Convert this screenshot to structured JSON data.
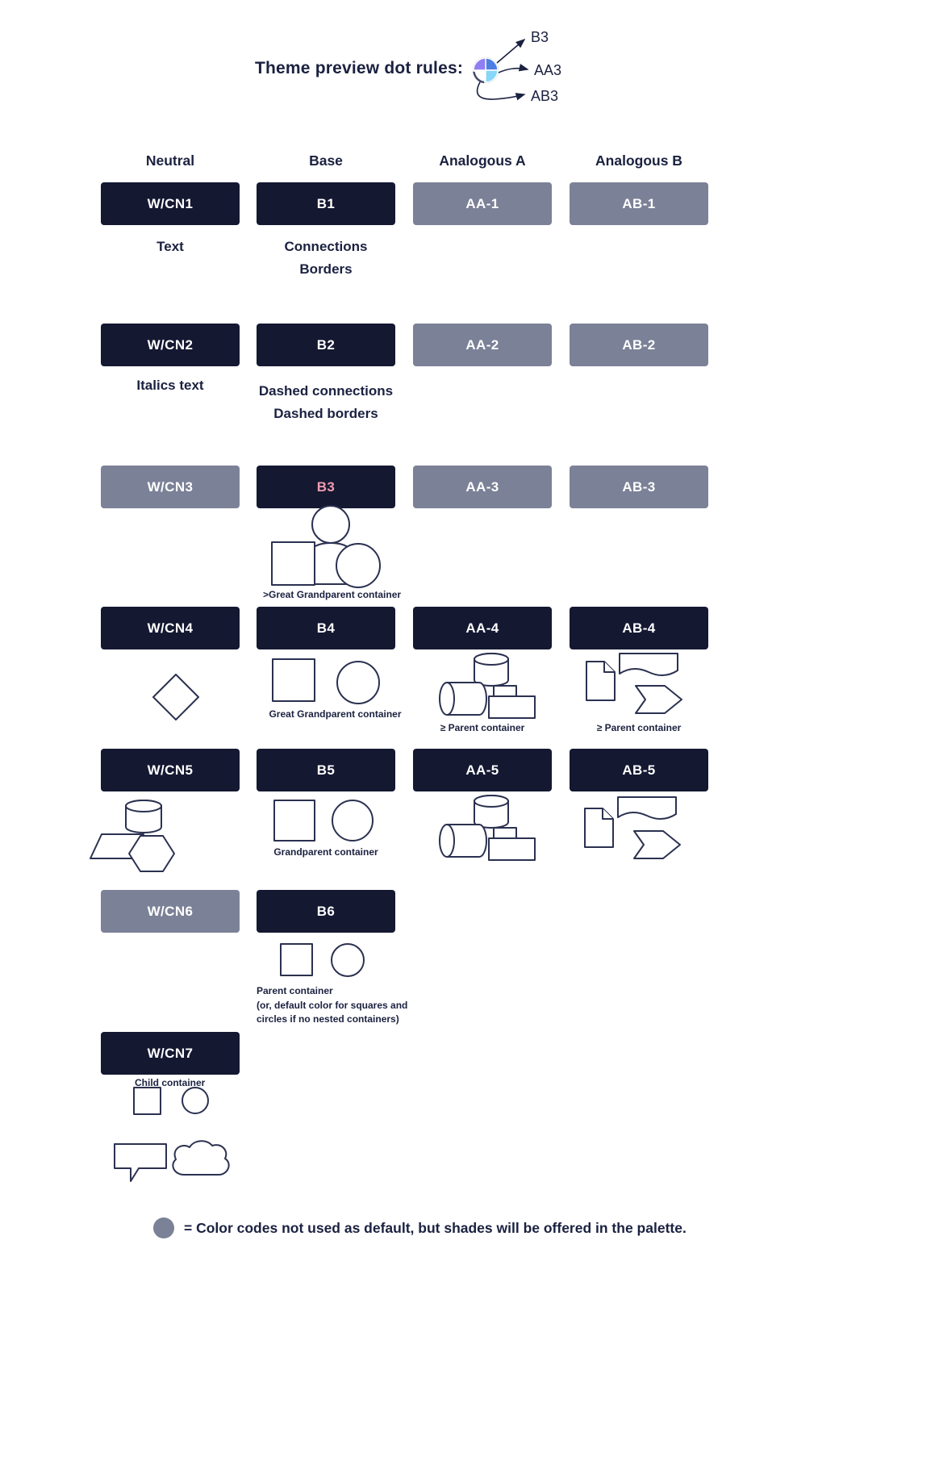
{
  "header": {
    "title": "Theme preview dot rules:",
    "dot_labels": {
      "b3": "B3",
      "aa3": "AA3",
      "ab3": "AB3"
    }
  },
  "columns": {
    "neutral": "Neutral",
    "base": "Base",
    "analogous_a": "Analogous A",
    "analogous_b": "Analogous B"
  },
  "pills": {
    "wcn1": "W/CN1",
    "wcn2": "W/CN2",
    "wcn3": "W/CN3",
    "wcn4": "W/CN4",
    "wcn5": "W/CN5",
    "wcn6": "W/CN6",
    "wcn7": "W/CN7",
    "b1": "B1",
    "b2": "B2",
    "b3": "B3",
    "b4": "B4",
    "b5": "B5",
    "b6": "B6",
    "aa1": "AA-1",
    "aa2": "AA-2",
    "aa3": "AA-3",
    "aa4": "AA-4",
    "aa5": "AA-5",
    "ab1": "AB-1",
    "ab2": "AB-2",
    "ab3": "AB-3",
    "ab4": "AB-4",
    "ab5": "AB-5"
  },
  "captions": {
    "neutral_r1": "Text",
    "base_r1_l1": "Connections",
    "base_r1_l2": "Borders",
    "neutral_r2": "Italics text",
    "base_r2_l1": "Dashed connections",
    "base_r2_l2": "Dashed borders",
    "b3_shapes": ">Great Grandparent container",
    "b4_shapes": "Great Grandparent container",
    "aa4_shapes": "≥  Parent container",
    "ab4_shapes": "≥ Parent container",
    "b5_shapes": "Grandparent container",
    "b6_line1": "Parent container",
    "b6_line2": "(or, default color for squares and circles if no nested containers)",
    "wcn7_shapes": "Child container"
  },
  "legend": {
    "text": "= Color codes not used as default, but shades will be offered in the palette."
  },
  "colors": {
    "pill_dark": "#141831",
    "pill_gray": "#7b8197",
    "pill_text": "#ffffff",
    "pill_text_pink": "#ef9cb2",
    "shape_stroke": "#2b3150",
    "text_dark": "#1b2140",
    "dot_blue": "#4d7fe3",
    "dot_purple": "#8f7ff2",
    "dot_lightblue": "#86d7f8"
  }
}
